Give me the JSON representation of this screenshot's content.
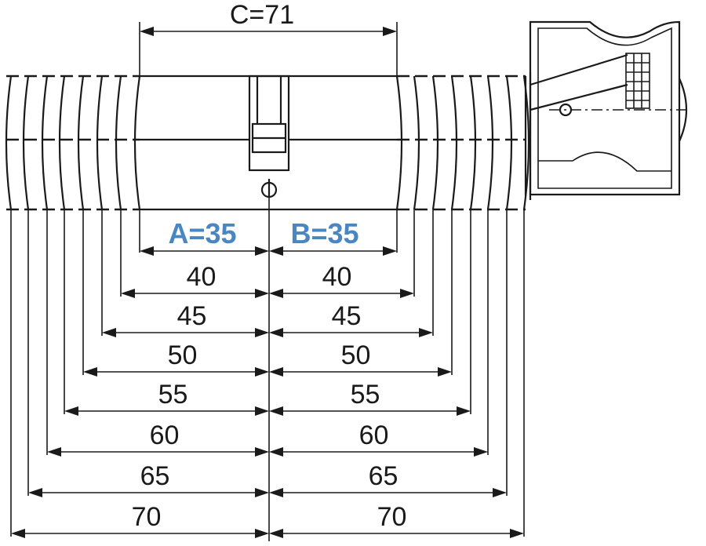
{
  "overall_length_label": "C=71",
  "side_a_label": "A=35",
  "side_b_label": "B=35",
  "highlight_color": "#4a86c2",
  "rows": [
    {
      "left": "40",
      "right": "40"
    },
    {
      "left": "45",
      "right": "45"
    },
    {
      "left": "50",
      "right": "50"
    },
    {
      "left": "55",
      "right": "55"
    },
    {
      "left": "60",
      "right": "60"
    },
    {
      "left": "65",
      "right": "65"
    },
    {
      "left": "70",
      "right": "70"
    }
  ]
}
